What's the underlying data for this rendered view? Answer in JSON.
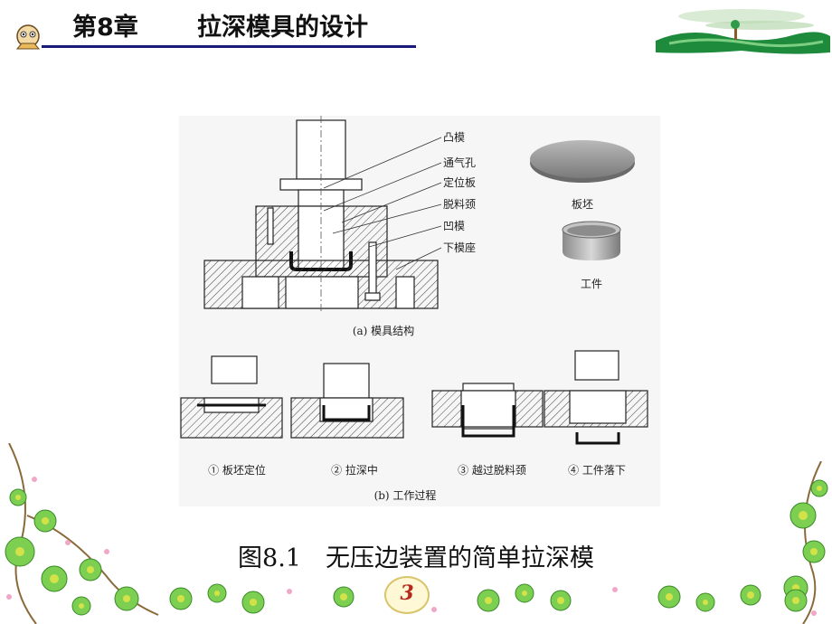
{
  "header": {
    "chapter": "第8章",
    "title": "拉深模具的设计"
  },
  "figure": {
    "labels": [
      "凸模",
      "通气孔",
      "定位板",
      "脱料颈",
      "凹模",
      "下模座"
    ],
    "blank_label": "板坯",
    "workpiece_label": "工件",
    "part_a_caption": "(a) 模具结构",
    "steps": [
      "① 板坯定位",
      "② 拉深中",
      "③ 越过脱料颈",
      "④ 工件落下"
    ],
    "part_b_caption": "(b) 工作过程"
  },
  "caption": "图8.1　无压边装置的简单拉深模",
  "page_number": "3",
  "colors": {
    "rule": "#1a1a7a",
    "page_number": "#b52a1c",
    "leaf_green": "#1e8a3c",
    "flower_yellow": "#d4e24a"
  },
  "icons": [
    "mascot-icon",
    "landscape-logo-icon",
    "flower-decoration-icon"
  ]
}
